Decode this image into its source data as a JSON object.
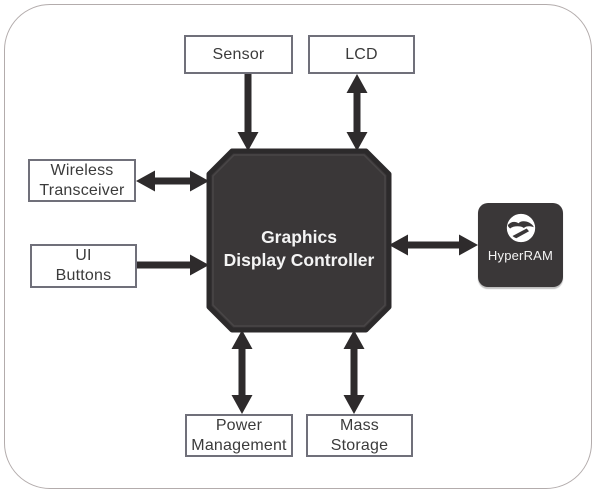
{
  "nodes": {
    "sensor": {
      "lines": [
        "Sensor"
      ]
    },
    "lcd": {
      "lines": [
        "LCD"
      ]
    },
    "wireless_transceiver": {
      "lines": [
        "Wireless",
        "Transceiver"
      ]
    },
    "ui_buttons": {
      "lines": [
        "UI",
        "Buttons"
      ]
    },
    "controller": {
      "lines": [
        "Graphics",
        "Display Controller"
      ]
    },
    "hyperram": {
      "lines": [
        "HyperRAM"
      ]
    },
    "power_management": {
      "lines": [
        "Power",
        "Management"
      ]
    },
    "mass_storage": {
      "lines": [
        "Mass",
        "Storage"
      ]
    }
  },
  "edges": [
    {
      "id": "sensor-controller",
      "from": "sensor",
      "to": "controller",
      "bidirectional": false
    },
    {
      "id": "lcd-controller",
      "from": "lcd",
      "to": "controller",
      "bidirectional": true
    },
    {
      "id": "wireless-controller",
      "from": "wireless_transceiver",
      "to": "controller",
      "bidirectional": true
    },
    {
      "id": "uibuttons-controller",
      "from": "ui_buttons",
      "to": "controller",
      "bidirectional": false
    },
    {
      "id": "controller-hyperram",
      "from": "controller",
      "to": "hyperram",
      "bidirectional": true
    },
    {
      "id": "controller-power",
      "from": "controller",
      "to": "power_management",
      "bidirectional": true
    },
    {
      "id": "controller-mass",
      "from": "controller",
      "to": "mass_storage",
      "bidirectional": true
    }
  ],
  "colors": {
    "background": "#ffffff",
    "frame_border": "#b3acac",
    "box_border": "#70707a",
    "box_text": "#3b3b3b",
    "chip_fill": "#3a3738",
    "chip_border": "#2c2a2b",
    "chip_text": "#f4f4f4",
    "arrow": "#2e2b2c",
    "logo_circle": "#ffffff"
  }
}
